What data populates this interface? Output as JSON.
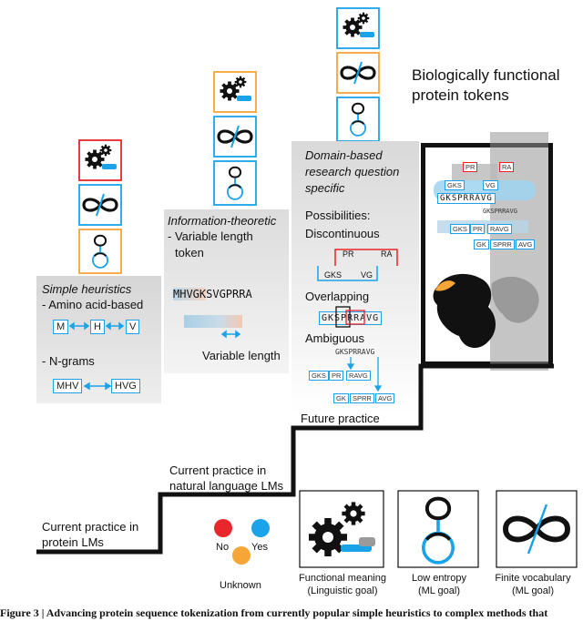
{
  "title_top": {
    "line1": "Biologically functional",
    "line2": "protein tokens"
  },
  "simple": {
    "heading": "Simple heuristics",
    "line1": "- Amino acid-based",
    "tokens_aa": [
      "M",
      "H",
      "V"
    ],
    "line2": "- N-grams",
    "tokens_ngram": [
      "MHV",
      "HVG"
    ]
  },
  "info": {
    "heading": "Information-theoretic",
    "line1": "- Variable length",
    "line2": "token",
    "sequence_a": "MHVGK",
    "sequence_b": "SVGPRRA",
    "caption": "Variable length"
  },
  "domain": {
    "heading1": "Domain-based",
    "heading2": "research question",
    "heading3": "specific",
    "possibilities": "Possibilities:",
    "discontinuous": "Discontinuous",
    "disc_tokens": [
      "PR",
      "RA",
      "GKS",
      "VG"
    ],
    "overlapping": "Overlapping",
    "overlap_seq": "GKSPRRAVG",
    "ambiguous": "Ambiguous",
    "amb_seq": "GKSPRRAVG",
    "amb_row1": [
      "GKS",
      "PR",
      "RAVG"
    ],
    "amb_row2": [
      "GK",
      "SPRR",
      "AVG"
    ]
  },
  "panel": {
    "top_tokens": [
      "PR",
      "RA"
    ],
    "mid_tokens": [
      "GKS",
      "VG"
    ],
    "seq_row": "GKSPRRAVG",
    "seq_small": "GKSPRRAVG",
    "row1": [
      "GKS",
      "PR",
      "RAVG"
    ],
    "row2": [
      "GK",
      "SPRR",
      "AVG"
    ]
  },
  "stairs": {
    "step1": {
      "line1": "Current practice in",
      "line2": "protein LMs"
    },
    "step2": {
      "line1": "Current practice in",
      "line2": "natural language LMs"
    },
    "step3": "Future practice"
  },
  "legend": {
    "no": "No",
    "yes": "Yes",
    "unknown": "Unknown",
    "colors": {
      "no": "#e8262b",
      "yes": "#1aa3e8",
      "unknown": "#f5a637"
    }
  },
  "goals": [
    {
      "line1": "Functional meaning",
      "line2": "(Linguistic goal)"
    },
    {
      "line1": "Low entropy",
      "line2": "(ML goal)"
    },
    {
      "line1": "Finite vocabulary",
      "line2": "(ML goal)"
    }
  ],
  "caption": "Figure 3 | Advancing protein sequence tokenization from currently popular simple heuristics to complex methods that"
}
